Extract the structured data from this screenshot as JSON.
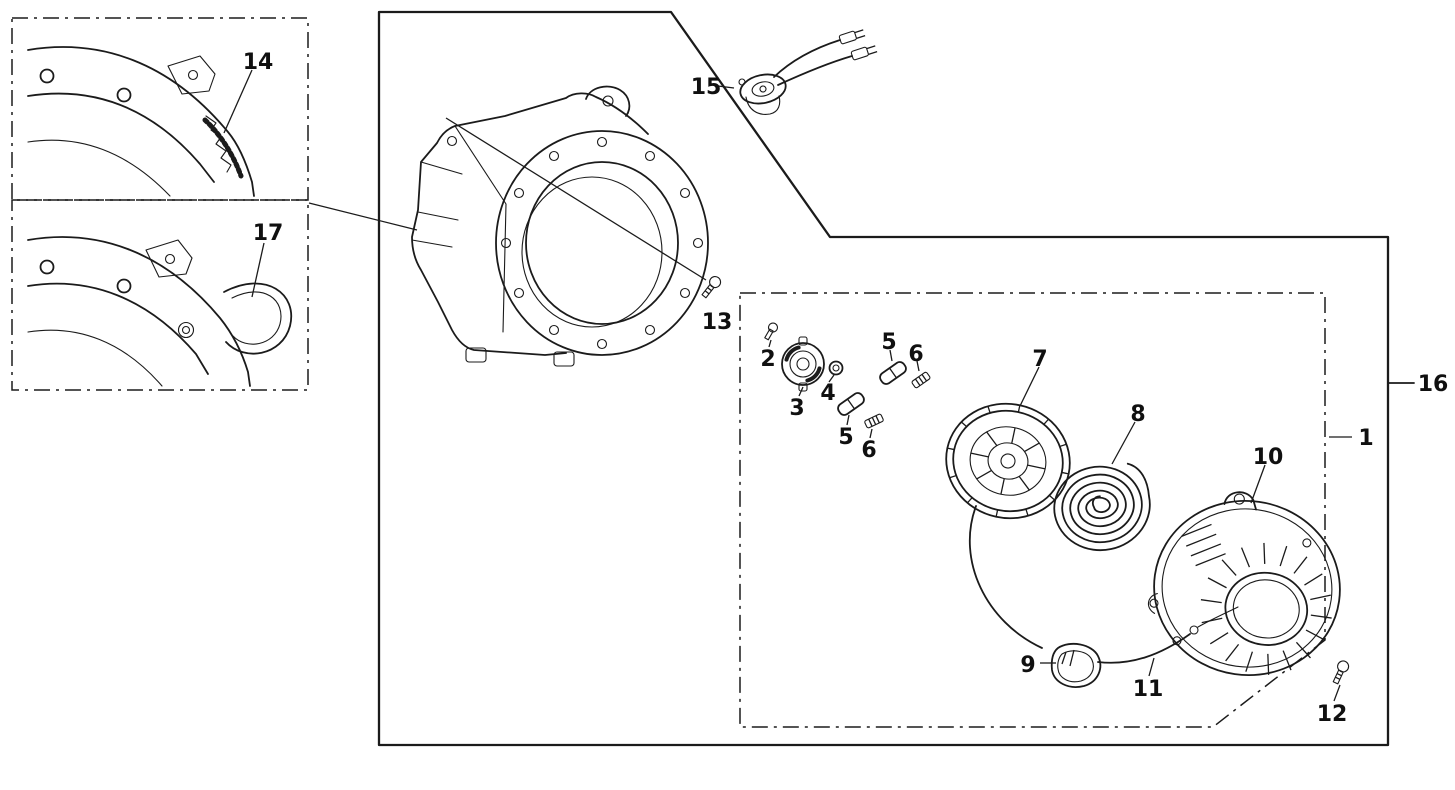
{
  "figure": {
    "kind": "exploded-parts-diagram",
    "subject": "engine fan cover and recoil starter assembly",
    "line_color": "#1b1b1b",
    "background": "#ffffff",
    "callouts": {
      "c1": "1",
      "c2": "2",
      "c3": "3",
      "c4": "4",
      "c5": "5",
      "c6": "6",
      "c7": "7",
      "c8": "8",
      "c9": "9",
      "c10": "10",
      "c11": "11",
      "c12": "12",
      "c13": "13",
      "c14": "14",
      "c15": "15",
      "c16": "16",
      "c17": "17"
    }
  }
}
